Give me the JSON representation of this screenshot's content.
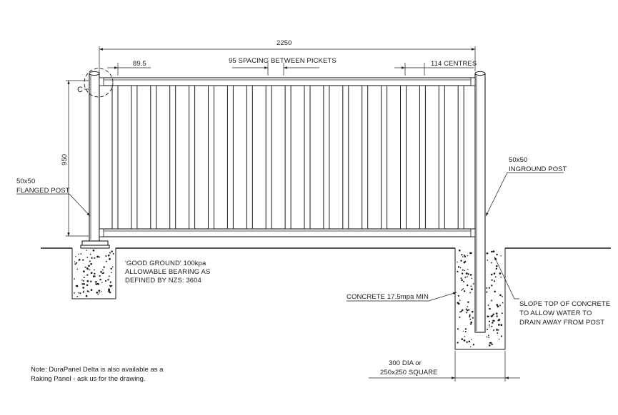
{
  "dimensions": {
    "overall_width": "2250",
    "end_gap": "89.5",
    "picket_spacing": "95 SPACING BETWEEN PICKETS",
    "centres": "114 CENTRES",
    "height": "950",
    "detail_marker": "C"
  },
  "labels": {
    "flanged_post": [
      "50x50",
      "FLANGED POST"
    ],
    "inground_post": [
      "50x50",
      "INGROUND POST"
    ],
    "good_ground": [
      "'GOOD GROUND' 100kpa",
      "ALLOWABLE BEARING AS",
      "DEFINED BY NZS: 3604"
    ],
    "concrete": "CONCRETE 17.5mpa MIN",
    "slope": [
      "SLOPE TOP OF CONCRETE",
      "TO ALLOW WATER TO",
      "DRAIN AWAY FROM POST"
    ],
    "footing_size": [
      "300 DIA or",
      "250x250 SQUARE"
    ]
  },
  "note": [
    "Note: DuraPanel  Delta is also available as a",
    "Raking Panel - ask us for the drawing."
  ],
  "picket_count": 19
}
